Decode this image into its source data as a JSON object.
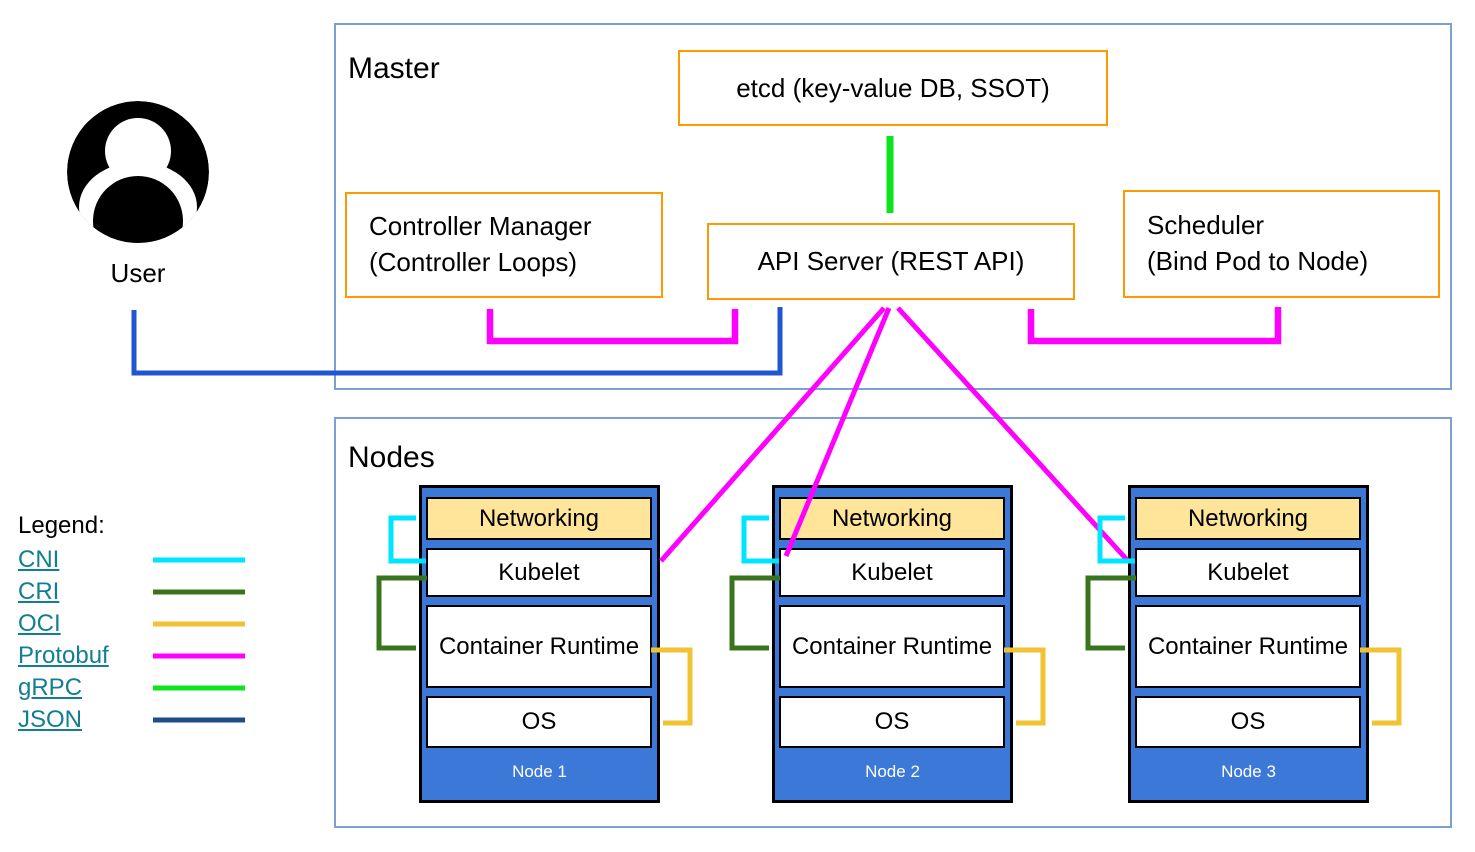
{
  "master": {
    "title": "Master",
    "etcd_label": "etcd (key-value DB, SSOT)",
    "controller_manager_line1": "Controller Manager",
    "controller_manager_line2": "(Controller Loops)",
    "api_server_label": "API Server (REST API)",
    "scheduler_line1": "Scheduler",
    "scheduler_line2": "(Bind Pod to Node)"
  },
  "nodes": {
    "title": "Nodes",
    "components": [
      "Networking",
      "Kubelet",
      "Container Runtime",
      "OS"
    ],
    "items": [
      {
        "label": "Node 1"
      },
      {
        "label": "Node 2"
      },
      {
        "label": "Node 3"
      }
    ]
  },
  "user": {
    "label": "User"
  },
  "legend": {
    "title": "Legend:",
    "items": [
      {
        "label": "CNI"
      },
      {
        "label": "CRI"
      },
      {
        "label": "OCI"
      },
      {
        "label": "Protobuf"
      },
      {
        "label": "gRPC"
      },
      {
        "label": "JSON"
      }
    ]
  },
  "colors": {
    "cni_cyan": "#00E5FF",
    "cri_dark_green": "#38761D",
    "oci_gold": "#F1C232",
    "protobuf_magenta": "#FF00FF",
    "grpc_green": "#0BE51E",
    "json_navy": "#1D4E89",
    "user_arrow_blue": "#2156D2",
    "orange_box_border": "#FF9900",
    "frame_border_blue": "#7AA0D4",
    "node_fill_blue": "#3C78D8",
    "networking_fill_yellow": "#FFE599",
    "legend_link_teal": "#117E92"
  }
}
